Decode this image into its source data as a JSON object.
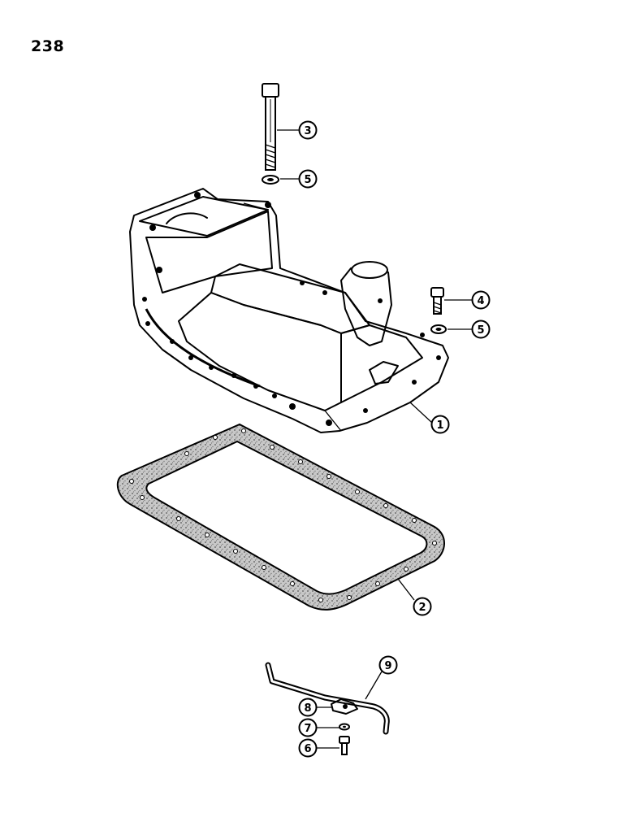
{
  "page": {
    "number": "238"
  },
  "callouts": [
    {
      "id": "c3",
      "label": "3"
    },
    {
      "id": "c5a",
      "label": "5"
    },
    {
      "id": "c4",
      "label": "4"
    },
    {
      "id": "c5b",
      "label": "5"
    },
    {
      "id": "c1",
      "label": "1"
    },
    {
      "id": "c2",
      "label": "2"
    },
    {
      "id": "c9",
      "label": "9"
    },
    {
      "id": "c8",
      "label": "8"
    },
    {
      "id": "c7",
      "label": "7"
    },
    {
      "id": "c6",
      "label": "6"
    }
  ]
}
